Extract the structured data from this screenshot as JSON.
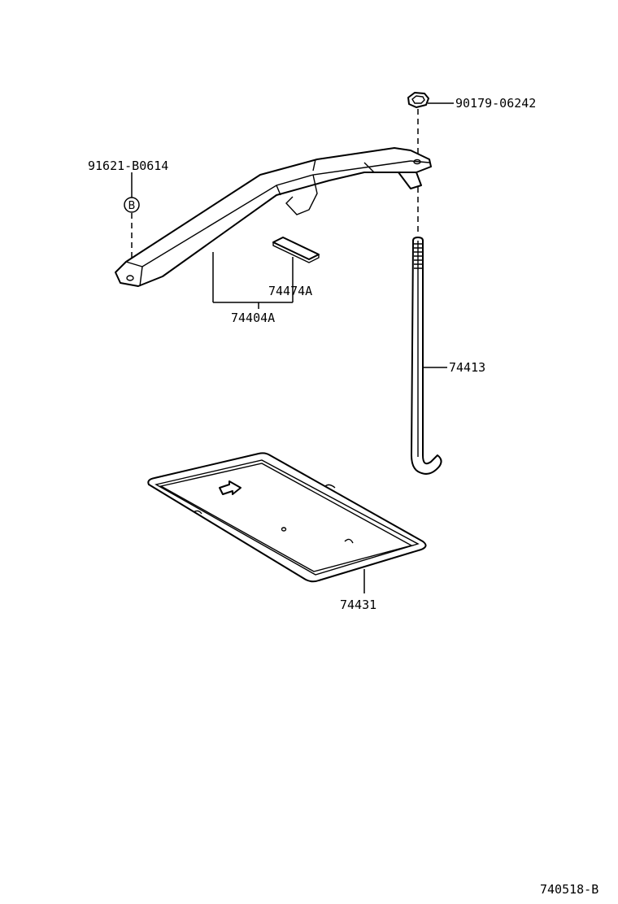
{
  "diagram": {
    "ref_code": "740518-B",
    "parts": [
      {
        "id": "nut",
        "number": "90179-06242"
      },
      {
        "id": "bolt",
        "number": "91621-B0614",
        "callout": "B"
      },
      {
        "id": "clamp",
        "number": "74404A"
      },
      {
        "id": "pad",
        "number": "74474A"
      },
      {
        "id": "rod",
        "number": "74413"
      },
      {
        "id": "tray",
        "number": "74431"
      }
    ]
  }
}
